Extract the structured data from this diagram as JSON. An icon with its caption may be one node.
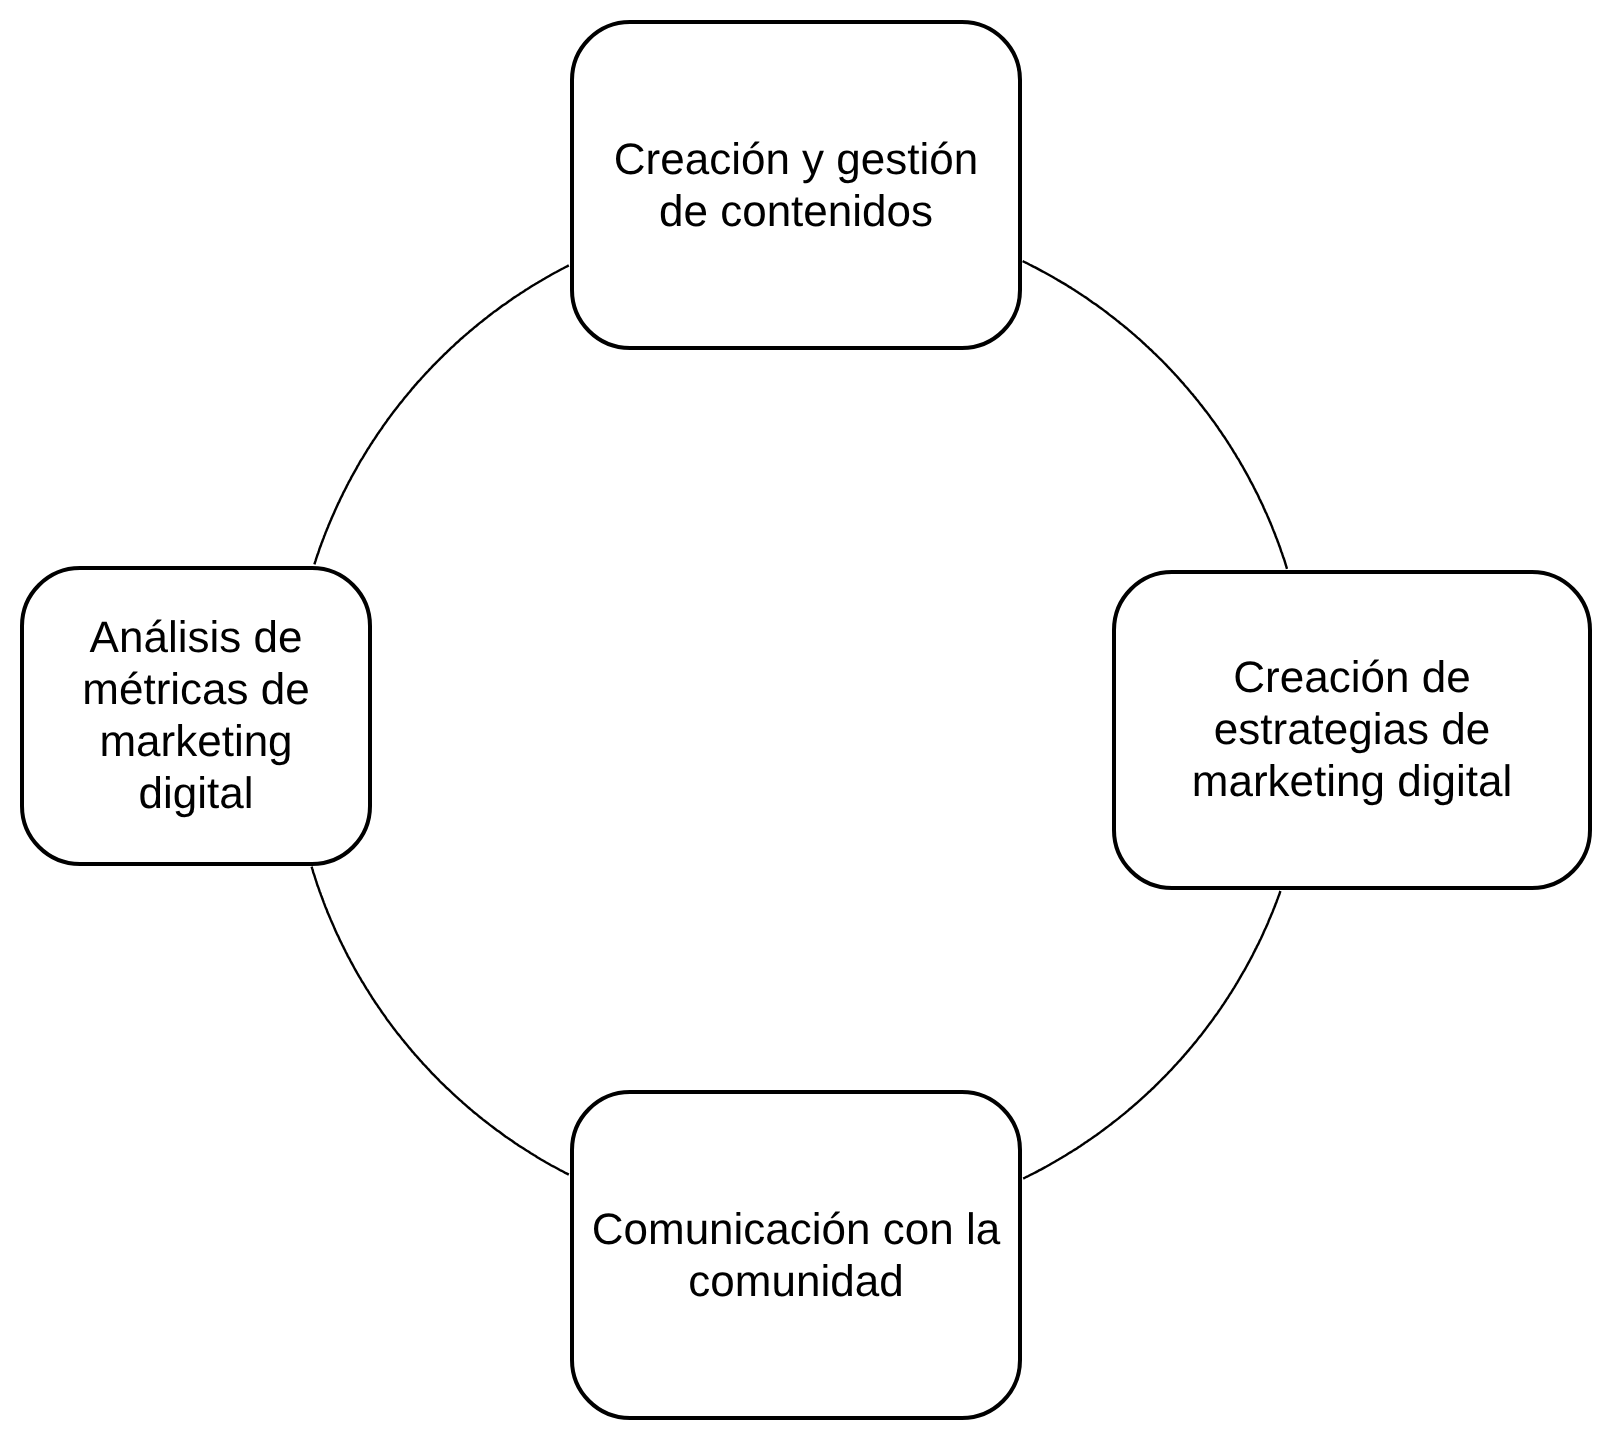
{
  "diagram": {
    "nodes": [
      {
        "text": [
          "Creación y gestión de contenidos"
        ]
      },
      {
        "text": [
          "Análisis de métricas de marketing digital"
        ]
      },
      {
        "text": [
          "Creación de estrategias de marketing digital"
        ]
      },
      {
        "text": [
          "Comunicación con la comunidad"
        ]
      }
    ],
    "edges": [
      {
        "from": 0,
        "to": 2,
        "arrow": "none"
      },
      {
        "from": 2,
        "to": 3,
        "arrow": "none"
      },
      {
        "from": 3,
        "to": 1,
        "arrow": "none"
      },
      {
        "from": 1,
        "to": 0,
        "arrow": "none"
      }
    ]
  }
}
